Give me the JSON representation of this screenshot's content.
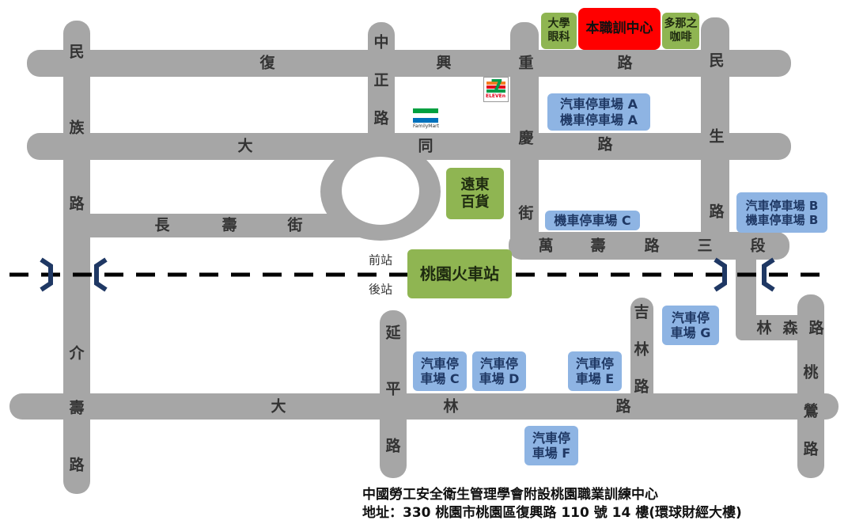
{
  "roads": {
    "fuxing": [
      "復",
      "興",
      "重",
      "路"
    ],
    "datong": [
      "大",
      "同",
      "慶",
      "路"
    ],
    "minzu": [
      "民",
      "族",
      "路"
    ],
    "zhongzheng": [
      "中",
      "正",
      "路"
    ],
    "chongqing_street": [
      "街"
    ],
    "minsheng": [
      "民",
      "生",
      "路"
    ],
    "changshou": [
      "長",
      "壽",
      "街"
    ],
    "wanshou": [
      "萬",
      "壽",
      "路",
      "三",
      "段"
    ],
    "jieshou": [
      "介",
      "壽",
      "路"
    ],
    "yanping": [
      "延",
      "平",
      "路"
    ],
    "dalin": [
      "大",
      "林",
      "路"
    ],
    "jilin": [
      "吉",
      "林",
      "路"
    ],
    "linsen": [
      "林",
      "森",
      "路"
    ],
    "taoying": [
      "桃",
      "鶯",
      "路"
    ]
  },
  "landmarks": {
    "university_optical": [
      "大學",
      "眼科"
    ],
    "training_center": "本職訓中心",
    "dona_cafe": [
      "多那之",
      "咖啡"
    ],
    "far_eastern": [
      "遠東",
      "百貨"
    ],
    "station": "桃園火車站",
    "front_station": "前站",
    "back_station": "後站",
    "familymart_text": "FamilyMart",
    "seven_eleven_text": "ELEVEn"
  },
  "parking": {
    "A": [
      "汽車停車場 A",
      "機車停車場 A"
    ],
    "B": [
      "汽車停車場 B",
      "機車停車場 B"
    ],
    "C_moto": "機車停車場 C",
    "C": [
      "汽車停",
      "車場 C"
    ],
    "D": [
      "汽車停",
      "車場 D"
    ],
    "E": [
      "汽車停",
      "車場 E"
    ],
    "F": [
      "汽車停",
      "車場 F"
    ],
    "G": [
      "汽車停",
      "車場 G"
    ]
  },
  "footer": {
    "org": "中國勞工安全衛生管理學會附設桃園職業訓練中心",
    "address": "地址：330 桃園市桃園區復興路 110 號 14 樓(環球財經大樓)"
  },
  "colors": {
    "road": "#a6a6a6",
    "parking": "#8eb4e3",
    "landmark": "#8fb552",
    "target": "#ff0000",
    "rail": "#000000",
    "tunnel": "#1f3864"
  }
}
